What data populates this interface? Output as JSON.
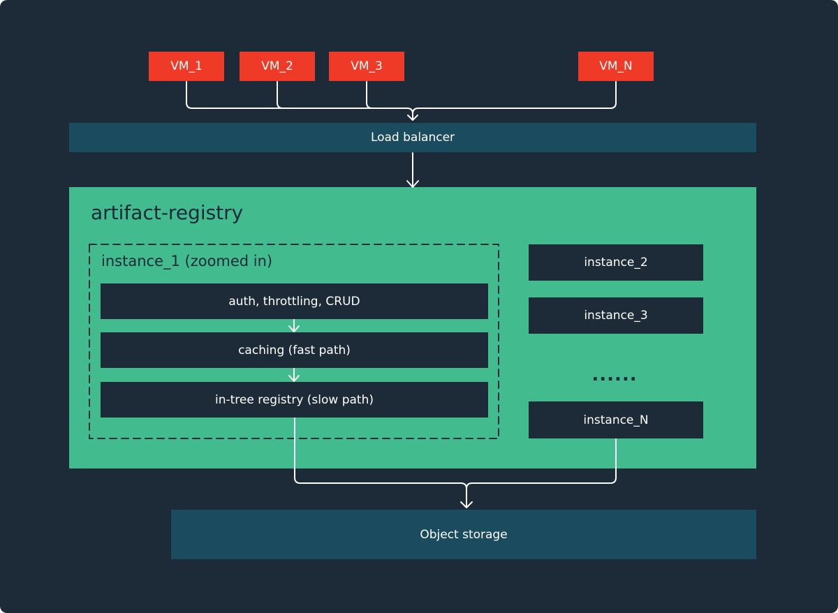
{
  "clients": [
    "VM_1",
    "VM_2",
    "VM_3",
    "VM_N"
  ],
  "load_balancer": "Load balancer",
  "registry": {
    "title": "artifact-registry",
    "zoomed_instance": {
      "label": "instance_1 (zoomed in)",
      "layers": [
        "auth, throttling, CRUD",
        "caching (fast path)",
        "in-tree registry (slow path)"
      ]
    },
    "other_instances": [
      "instance_2",
      "instance_3",
      "instance_N"
    ],
    "ellipsis": "......"
  },
  "storage": "Object storage",
  "colors": {
    "background": "#1c2b37",
    "vm": "#ef3a27",
    "bar": "#1b4b5e",
    "registry": "#42bb8f",
    "connector": "#ffffff"
  }
}
